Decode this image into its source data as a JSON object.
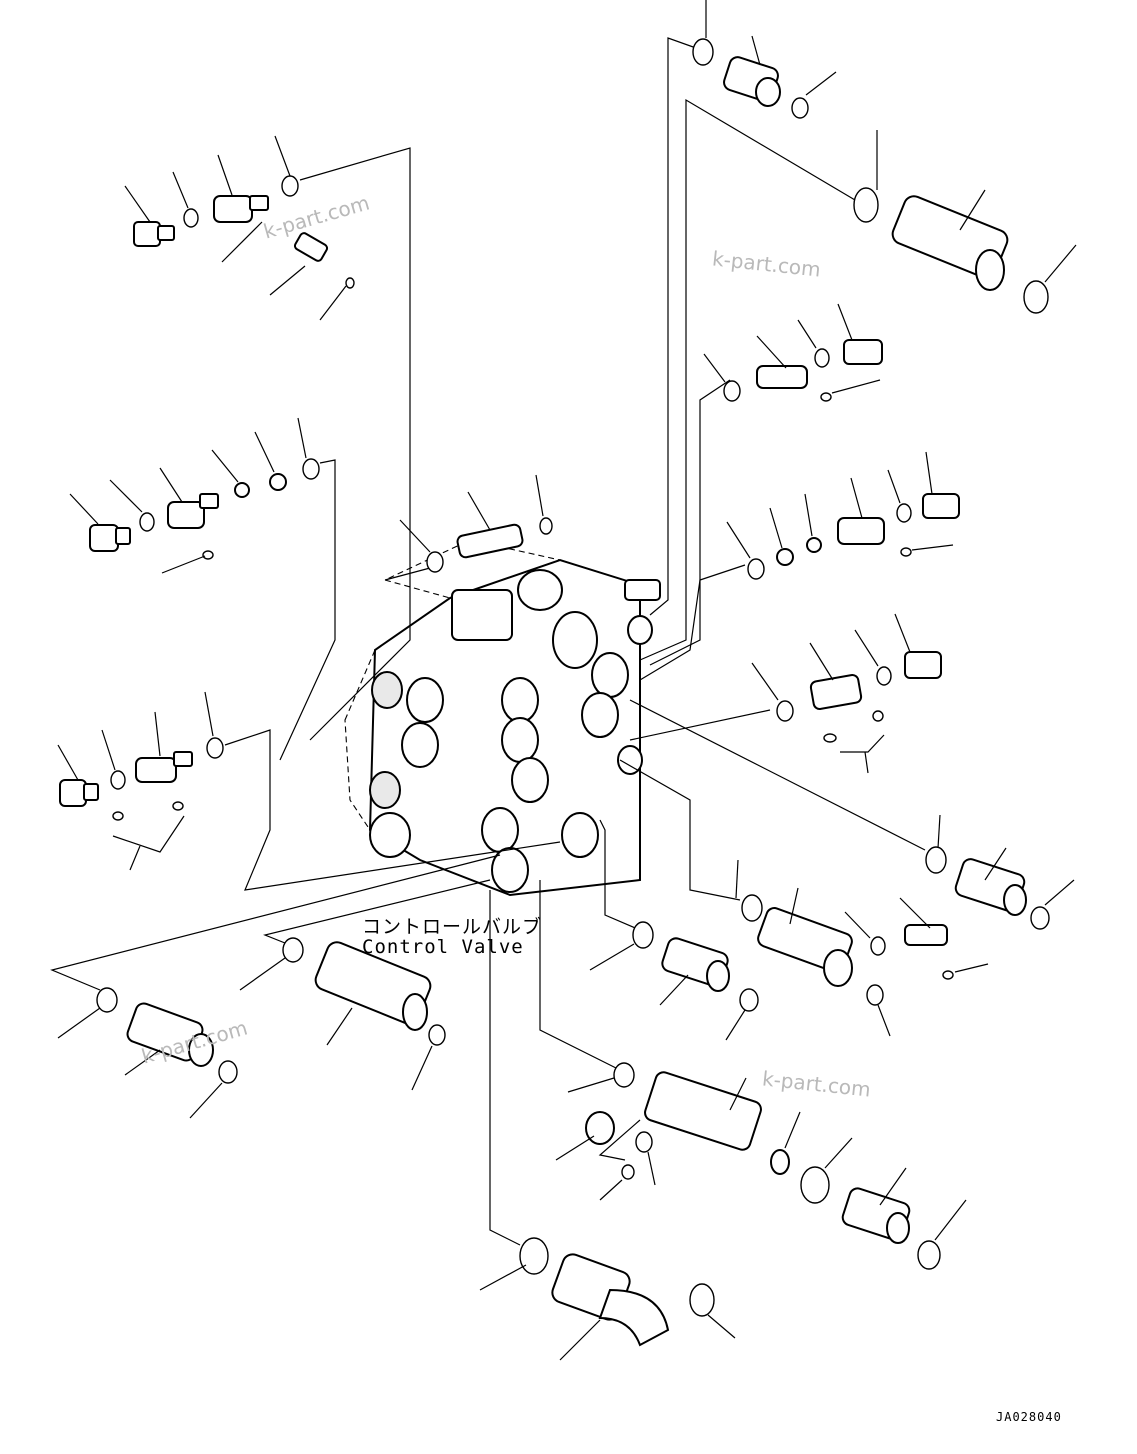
{
  "labels": {
    "jp": "コントロールバルブ",
    "en": "Control Valve"
  },
  "drawing_code": "JA028040",
  "watermarks": [
    "k-part.com",
    "k-part.com",
    "k-part.com",
    "k-part.com"
  ]
}
